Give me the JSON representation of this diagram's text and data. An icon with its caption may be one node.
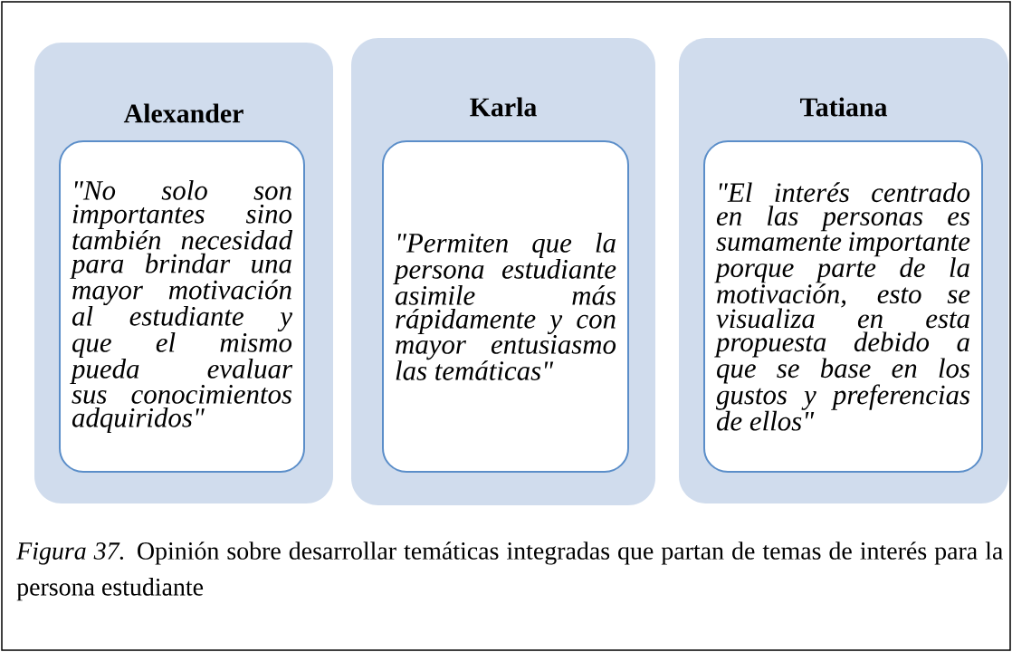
{
  "diagram": {
    "caption": "*Figura 37.* Opinión sobre desarrollar temáticas integradas que partan de temas de interés para la persona estudiante",
    "nodes": [
      {
        "text": [
          "Alexander"
        ]
      },
      {
        "text": [
          "\"No solo son importantes sino también necesidad para brindar una mayor motivación al estudiante y que el mismo pueda evaluar sus conocimientos adquiridos\""
        ],
        "in": 0
      },
      {
        "text": [
          "Karla"
        ]
      },
      {
        "text": [
          "\"Permiten que la persona estudiante asimile más rápidamente y con mayor entusiasmo las temáticas\""
        ],
        "in": 2
      },
      {
        "text": [
          "Tatiana"
        ]
      },
      {
        "text": [
          "\"El interés centrado en las personas es sumamente importante porque parte de la motivación, esto se visualiza en esta propuesta debido a que se base en los gustos y preferencias de ellos\""
        ],
        "in": 4
      }
    ]
  }
}
